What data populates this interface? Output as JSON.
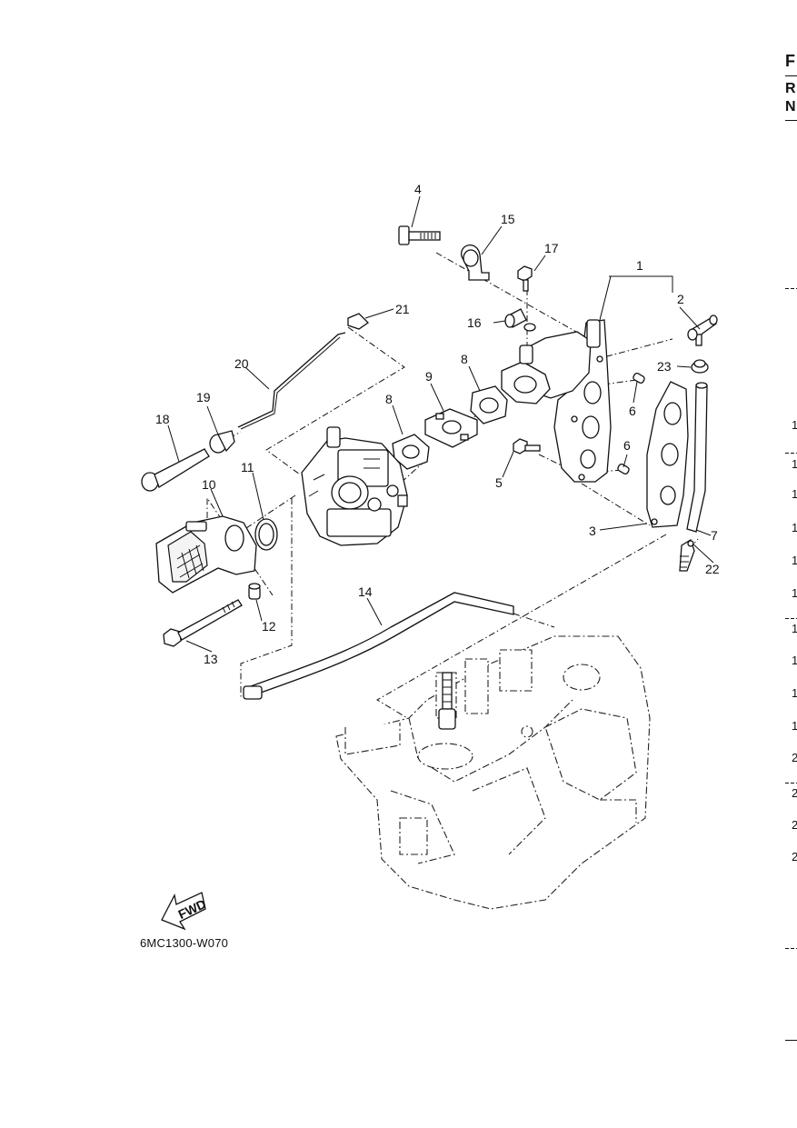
{
  "drawing_code": "6MC1300-W070",
  "fwd_label": "FWD",
  "callouts": {
    "c1": "1",
    "c2": "2",
    "c3": "3",
    "c4": "4",
    "c5": "5",
    "c6a": "6",
    "c6b": "6",
    "c7": "7",
    "c8a": "8",
    "c8b": "8",
    "c9": "9",
    "c10": "10",
    "c11": "11",
    "c12": "12",
    "c13": "13",
    "c14": "14",
    "c15": "15",
    "c16": "16",
    "c17": "17",
    "c18": "18",
    "c19": "19",
    "c20": "20",
    "c21": "21",
    "c22": "22",
    "c23": "23"
  },
  "right_edge": {
    "header": [
      "F",
      "R",
      "N"
    ],
    "rows": [
      "1",
      "1",
      "1",
      "1",
      "1",
      "1",
      "1",
      "1",
      "1",
      "1",
      "2",
      "2",
      "2",
      "2"
    ]
  }
}
